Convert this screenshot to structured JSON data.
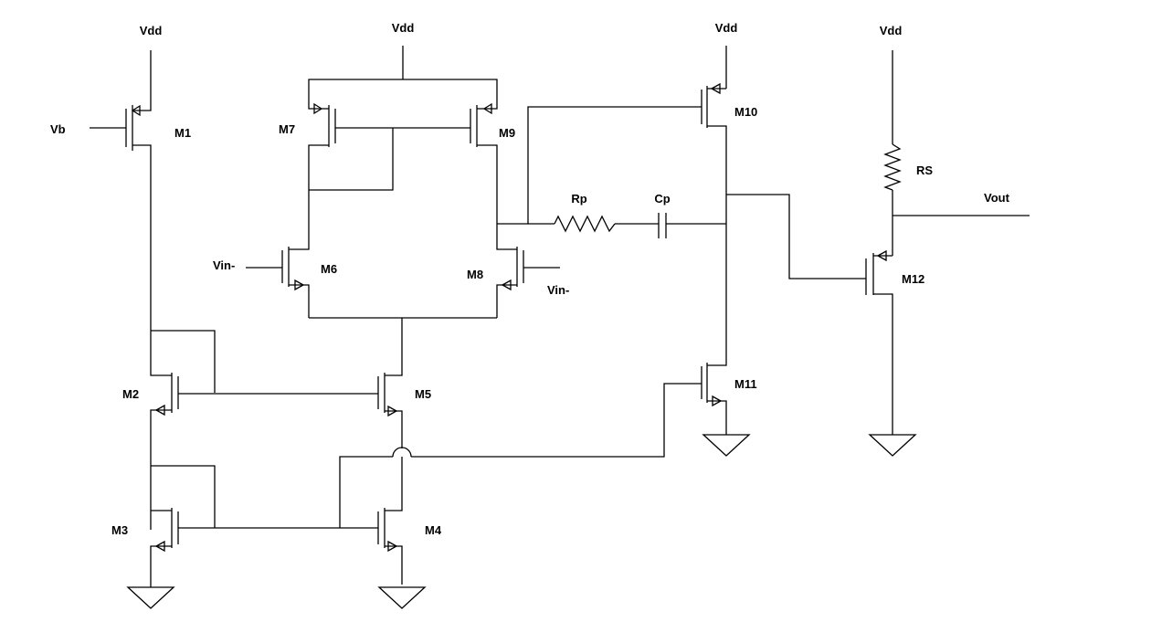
{
  "supplies": {
    "vdd_m1": "Vdd",
    "vdd_diff": "Vdd",
    "vdd_m10": "Vdd",
    "vdd_rs": "Vdd"
  },
  "inputs": {
    "vb": "Vb",
    "vin_m6": "Vin-",
    "vin_m8": "Vin-"
  },
  "output": {
    "vout": "Vout"
  },
  "transistors": {
    "m1": "M1",
    "m2": "M2",
    "m3": "M3",
    "m4": "M4",
    "m5": "M5",
    "m6": "M6",
    "m7": "M7",
    "m8": "M8",
    "m9": "M9",
    "m10": "M10",
    "m11": "M11",
    "m12": "M12"
  },
  "passives": {
    "rp": "Rp",
    "cp": "Cp",
    "rs": "RS"
  },
  "colors": {
    "line": "#000000",
    "background": "#ffffff"
  }
}
